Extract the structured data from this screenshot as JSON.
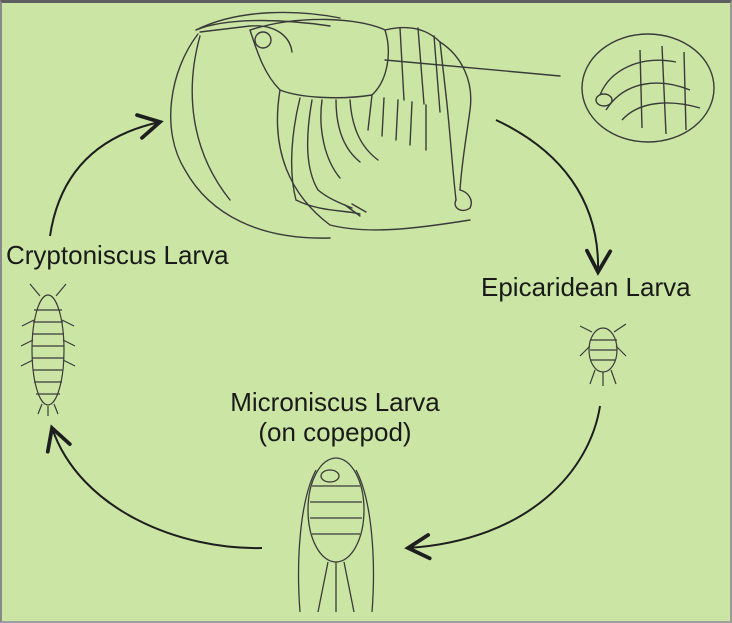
{
  "diagram": {
    "background_color": "#cbe6a4",
    "ink_color": "#2b2b2b",
    "stages": [
      {
        "id": "host",
        "label": "",
        "icon": "shrimp-host-icon"
      },
      {
        "id": "epicaridean",
        "label": "Epicaridean Larva",
        "icon": "epicaridean-larva-icon"
      },
      {
        "id": "microniscus",
        "label_line1": "Microniscus Larva",
        "label_line2": "(on copepod)",
        "icon": "copepod-microniscus-icon"
      },
      {
        "id": "cryptoniscus",
        "label": "Cryptoniscus Larva",
        "icon": "cryptoniscus-larva-icon"
      }
    ],
    "cycle_direction": "clockwise"
  }
}
